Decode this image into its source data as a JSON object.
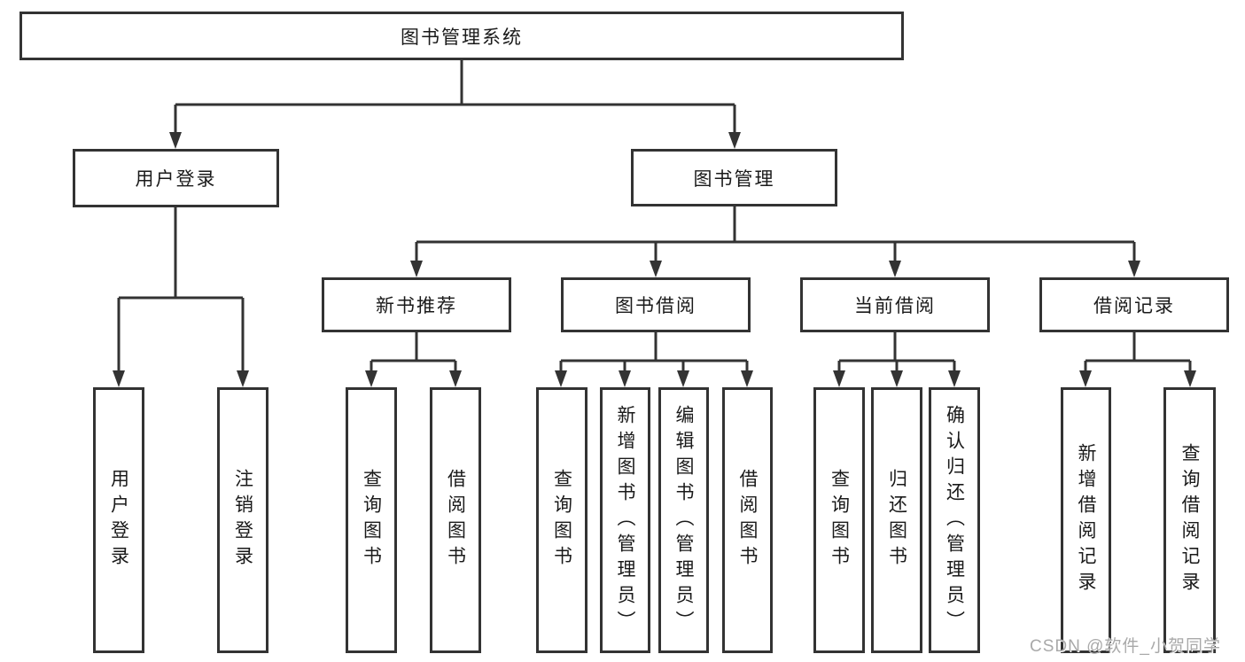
{
  "nodes": {
    "root": "图书管理系统",
    "user_login": "用户登录",
    "book_management": "图书管理",
    "new_book_recommend": "新书推荐",
    "book_borrow": "图书借阅",
    "current_borrow": "当前借阅",
    "borrow_records": "借阅记录",
    "leaf_user_login": "用户登录",
    "leaf_logout": "注销登录",
    "leaf_rec_query_books": "查询图书",
    "leaf_rec_borrow_books": "借阅图书",
    "leaf_bor_query_books": "查询图书",
    "leaf_bor_add_books_admin": "新增图书（管理员）",
    "leaf_bor_edit_books_admin": "编辑图书（管理员）",
    "leaf_bor_borrow_books": "借阅图书",
    "leaf_cur_query_books": "查询图书",
    "leaf_cur_return_books": "归还图书",
    "leaf_cur_confirm_return_admin": "确认归还（管理员）",
    "leaf_rec_add_borrow_record": "新增借阅记录",
    "leaf_rec_query_borrow_record": "查询借阅记录"
  },
  "watermark": {
    "text": "CSDN @软件_小贺同学"
  },
  "colors": {
    "line": "#333333",
    "text": "#1a1a1a",
    "watermark": "#a9a9a9",
    "background": "#ffffff"
  }
}
